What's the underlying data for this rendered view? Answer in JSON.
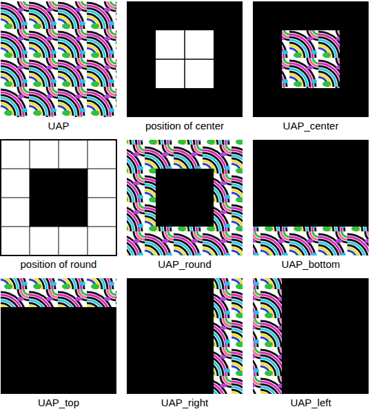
{
  "diagram": {
    "labels": [
      "UAP",
      "position of center",
      "UAP_center",
      "position of round",
      "UAP_round",
      "UAP_bottom",
      "UAP_top",
      "UAP_right",
      "UAP_left"
    ]
  }
}
